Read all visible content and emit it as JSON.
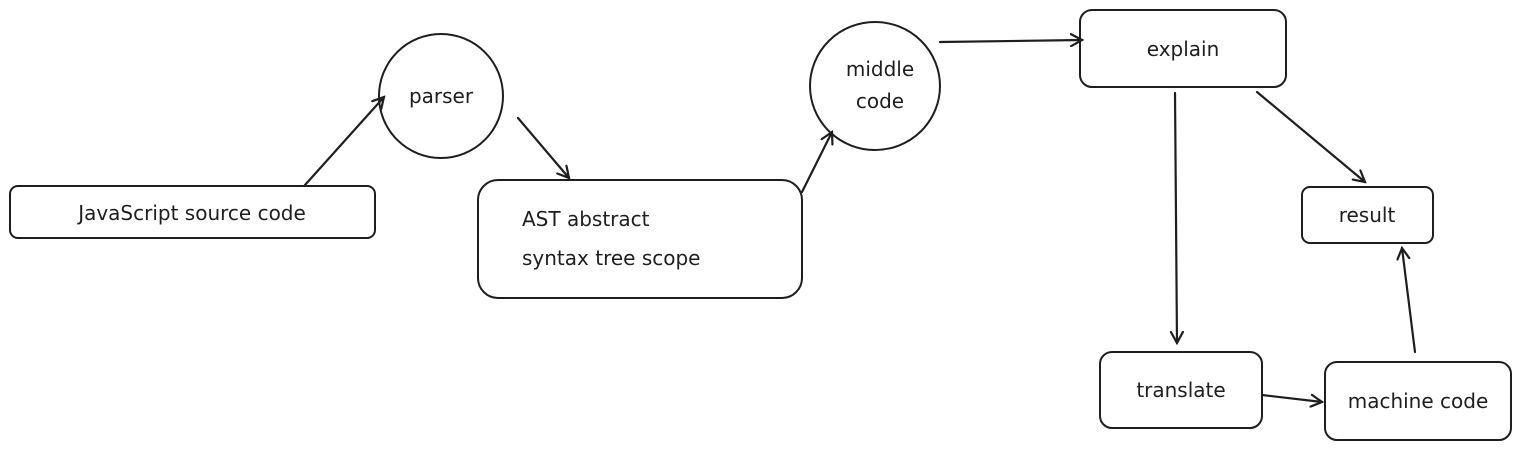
{
  "nodes": {
    "source": "JavaScript source code",
    "parser": "parser",
    "ast_line1": "AST abstract",
    "ast_line2": "syntax tree scope",
    "middle_line1": "middle",
    "middle_line2": "code",
    "explain": "explain",
    "result": "result",
    "translate": "translate",
    "machine": "machine code"
  },
  "colors": {
    "stroke": "#1e1e1e",
    "background": "#ffffff"
  }
}
